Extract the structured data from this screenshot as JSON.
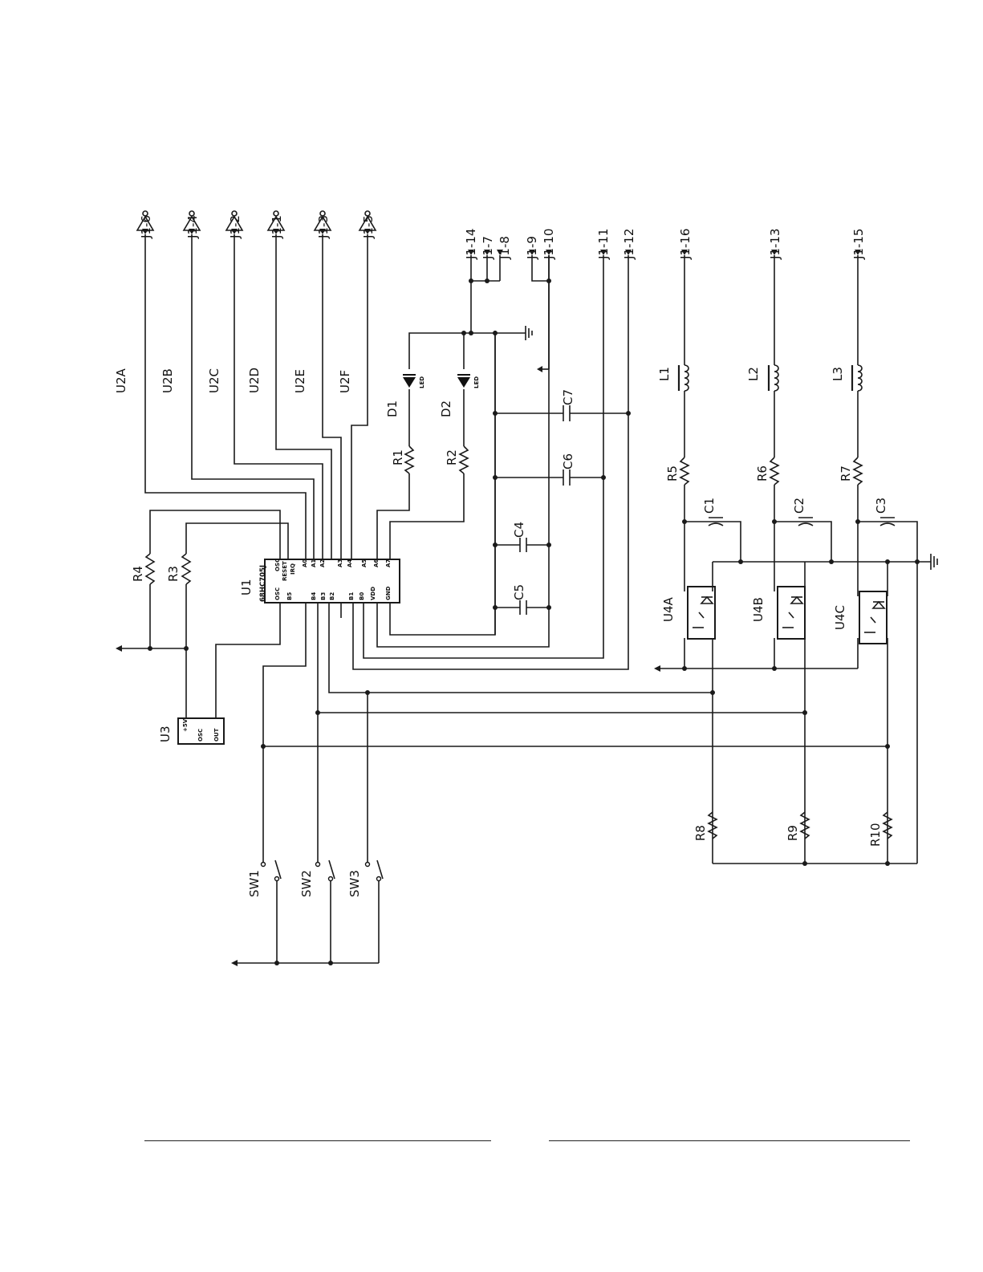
{
  "connectors": [
    "J1-6",
    "J1-4",
    "J1-2",
    "J1-1",
    "J1-3",
    "J1-5",
    "J1-14",
    "J1-7",
    "J1-8",
    "J1-9",
    "J1-10",
    "J1-11",
    "J1-12",
    "J1-16",
    "J1-13",
    "J1-15"
  ],
  "buffers": [
    "U2A",
    "U2B",
    "U2C",
    "U2D",
    "U2E",
    "U2F"
  ],
  "mcu": {
    "ref": "U1",
    "part": "68HC705J",
    "pins_top": [
      "OSC",
      "RESET",
      "IRQ",
      "A0",
      "A1",
      "A2",
      "A3",
      "A4",
      "A5",
      "A6",
      "A7"
    ],
    "pins_bottom": [
      "OSC",
      "B5",
      "B4",
      "B3",
      "B2",
      "B1",
      "B0",
      "VDD",
      "GND"
    ]
  },
  "osc": {
    "ref": "U3",
    "pins": [
      "+5V",
      "OSC",
      "OUT"
    ]
  },
  "leds": [
    {
      "ref": "D1",
      "text": "LED"
    },
    {
      "ref": "D2",
      "text": "LED"
    }
  ],
  "resistors": [
    "R1",
    "R2",
    "R3",
    "R4",
    "R5",
    "R6",
    "R7",
    "R8",
    "R9",
    "R10"
  ],
  "capacitors": [
    "C1",
    "C2",
    "C3",
    "C4",
    "C5",
    "C6",
    "C7"
  ],
  "inductors": [
    "L1",
    "L2",
    "L3"
  ],
  "optos": [
    "U4A",
    "U4B",
    "U4C"
  ],
  "switches": [
    "SW1",
    "SW2",
    "SW3"
  ],
  "ground_mark": "⏚"
}
